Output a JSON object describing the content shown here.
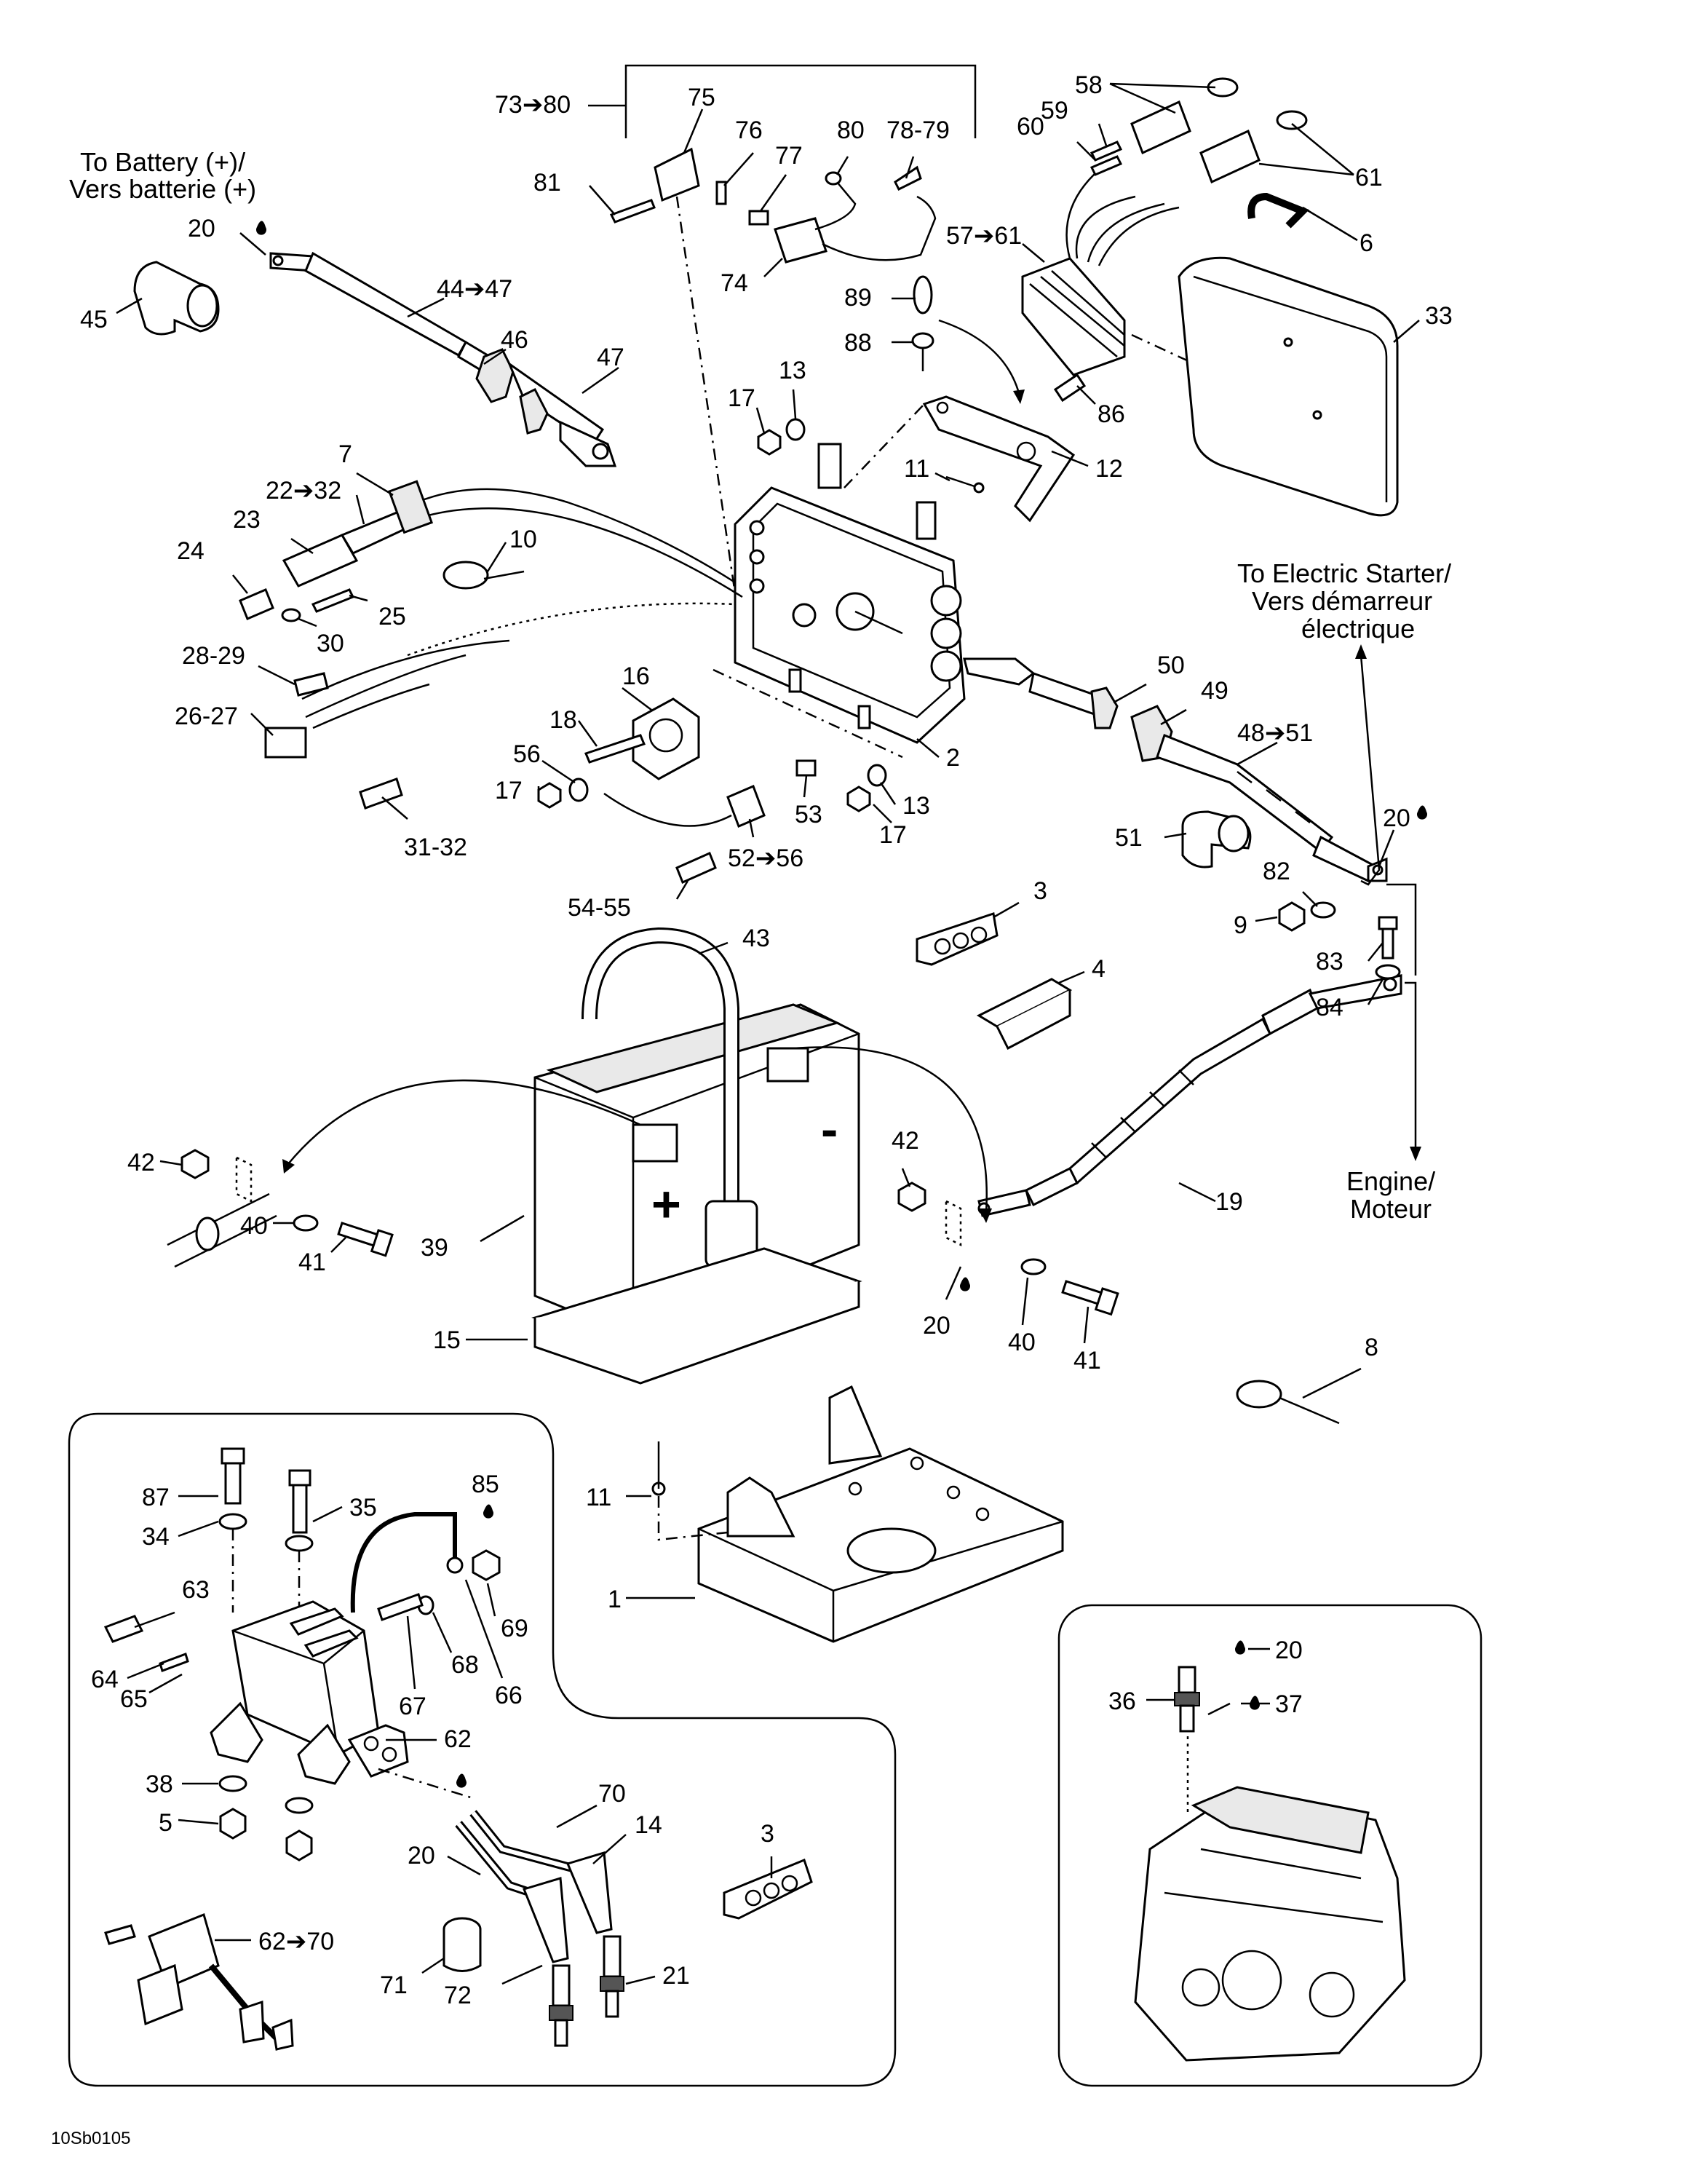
{
  "notes": {
    "battery_pos_line1": "To Battery (+)/",
    "battery_pos_line2": "Vers batterie (+)",
    "starter_line1": "To Electric Starter/",
    "starter_line2": "Vers démarreur",
    "starter_line3": "électrique",
    "engine_line1": "Engine/",
    "engine_line2": "Moteur",
    "plus_sign": "+",
    "minus_sign": "-"
  },
  "drawing_number": "10Sb0105",
  "labels": {
    "l73_80": "73➔80",
    "l75": "75",
    "l76": "76",
    "l77": "77",
    "l80": "80",
    "l78_79": "78-79",
    "l81": "81",
    "l74": "74",
    "l58": "58",
    "l59": "59",
    "l60": "60",
    "l61": "61",
    "l6": "6",
    "l57_61": "57➔61",
    "l89": "89",
    "l88": "88",
    "l86": "86",
    "l33": "33",
    "l20a": "20",
    "l45": "45",
    "l44_47": "44➔47",
    "l46": "46",
    "l47": "47",
    "l17a": "17",
    "l13a": "13",
    "l11a": "11",
    "l12": "12",
    "l7": "7",
    "l22_32": "22➔32",
    "l23": "23",
    "l24": "24",
    "l25": "25",
    "l30": "30",
    "l10": "10",
    "l28_29": "28-29",
    "l26_27": "26-27",
    "l31_32": "31-32",
    "l16": "16",
    "l18": "18",
    "l56": "56",
    "l17b": "17",
    "l53": "53",
    "l52_56": "52➔56",
    "l13b": "13",
    "l17c": "17",
    "l54_55": "54-55",
    "l2": "2",
    "l50": "50",
    "l49": "49",
    "l48_51": "48➔51",
    "l51": "51",
    "l20b": "20",
    "l82": "82",
    "l9": "9",
    "l43": "43",
    "l3a": "3",
    "l4": "4",
    "l83": "83",
    "l84": "84",
    "l42a": "42",
    "l40a": "40",
    "l41a": "41",
    "l39": "39",
    "l15": "15",
    "l42b": "42",
    "l19": "19",
    "l20c": "20",
    "l40b": "40",
    "l41b": "41",
    "l8": "8",
    "l87": "87",
    "l35": "35",
    "l85": "85",
    "l34": "34",
    "l69": "69",
    "l63": "63",
    "l68": "68",
    "l67": "67",
    "l66": "66",
    "l64": "64",
    "l65": "65",
    "l62": "62",
    "l38": "38",
    "l5": "5",
    "l70": "70",
    "l14": "14",
    "l20d": "20",
    "l62_70": "62➔70",
    "l71": "71",
    "l72": "72",
    "l21": "21",
    "l11b": "11",
    "l1": "1",
    "l3b": "3",
    "l20e": "20",
    "l36": "36",
    "l37": "37"
  }
}
